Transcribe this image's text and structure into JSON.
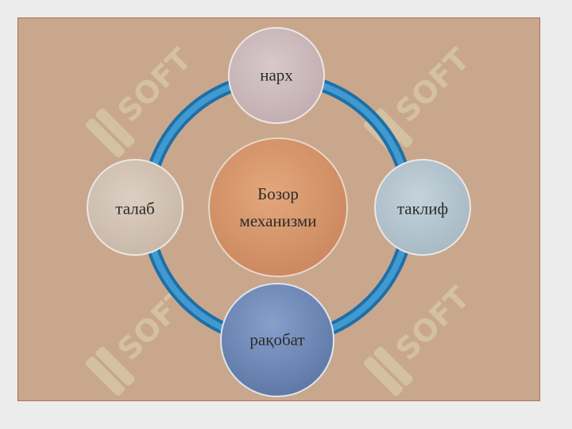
{
  "diagram": {
    "center": {
      "line1": "Бозор",
      "line2": "механизми"
    },
    "nodes": {
      "top": "нарх",
      "right": "таклиф",
      "bottom": "рақобат",
      "left": "талаб"
    }
  },
  "watermark": {
    "text": "SOFT"
  },
  "colors": {
    "background": "#c9a78d",
    "border": "#b06f5c",
    "ring": "#2e88c7",
    "center": "#d08d62",
    "node_top": "#c9b8bb",
    "node_right": "#aebfc9",
    "node_bottom": "#6f86b3",
    "node_left": "#cfc1b3"
  }
}
